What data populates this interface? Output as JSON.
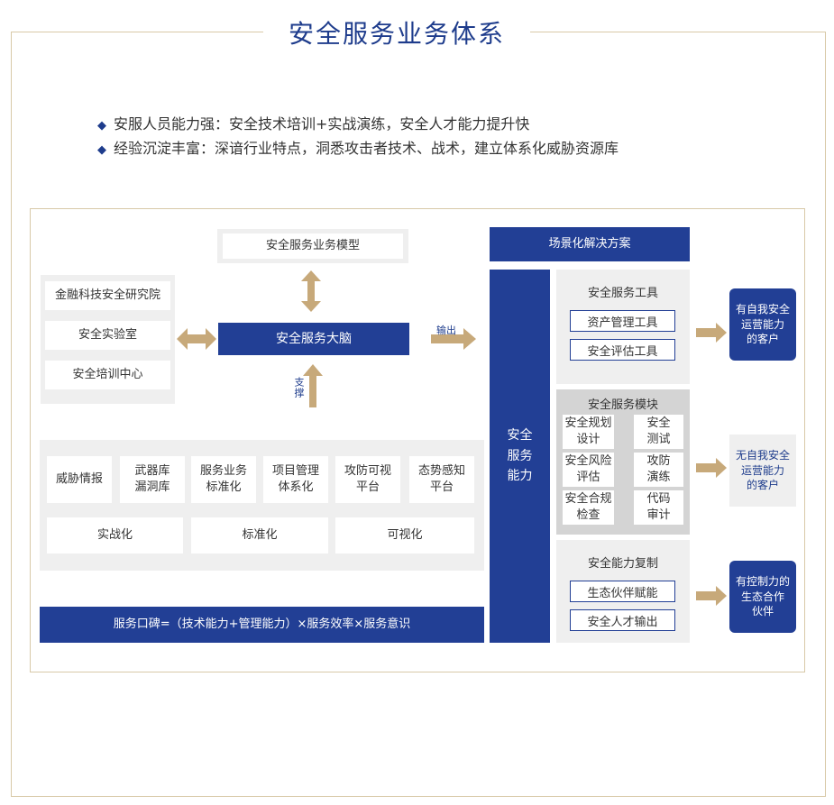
{
  "title": "安全服务业务体系",
  "bullets": [
    "安服人员能力强：安全技术培训+实战演练，安全人才能力提升快",
    "经验沉淀丰富：深谙行业特点，洞悉攻击者技术、战术，建立体系化威胁资源库"
  ],
  "model_box": "安全服务业务模型",
  "brain_box": "安全服务大脑",
  "support_label": "支撑",
  "output_label": "输出",
  "left_items": [
    "金融科技安全研究院",
    "安全实验室",
    "安全培训中心"
  ],
  "foundation_items": [
    "威胁情报",
    "武器库\n漏洞库",
    "服务业务\n标准化",
    "项目管理\n体系化",
    "攻防可视\n平台",
    "态势感知\n平台"
  ],
  "foundation_bottom": [
    "实战化",
    "标准化",
    "可视化"
  ],
  "formula": "服务口碑=（技术能力+管理能力）×服务效率×服务意识",
  "solution_header": "场景化解决方案",
  "capability_label": "安全\n服务\n能力",
  "tools": {
    "title": "安全服务工具",
    "items": [
      "资产管理工具",
      "安全评估工具"
    ]
  },
  "modules": {
    "title": "安全服务模块",
    "items": [
      "安全规划\n设计",
      "安全\n测试",
      "安全风险\n评估",
      "攻防\n演练",
      "安全合规\n检查",
      "代码\n审计"
    ]
  },
  "replication": {
    "title": "安全能力复制",
    "items": [
      "生态伙伴赋能",
      "安全人才输出"
    ]
  },
  "customers": [
    "有自我安全\n运营能力\n的客户",
    "无自我安全\n运营能力\n的客户",
    "有控制力的\n生态合作\n伙伴"
  ],
  "colors": {
    "navy": "#223f95",
    "gold": "#c7a97a",
    "frame": "#d8c9a8",
    "gray": "#efefef"
  }
}
